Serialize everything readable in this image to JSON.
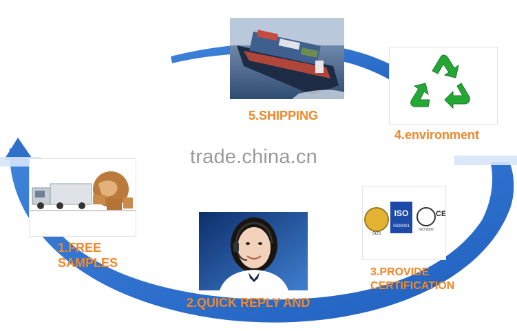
{
  "watermark": "trade.china.cn",
  "colors": {
    "ring": "#2d6fcb",
    "ring_light": "#4c8de0",
    "label": "#f28a2a",
    "recycle": "#25a736"
  },
  "steps": [
    {
      "id": "free-samples",
      "label_line1": "1.FREE",
      "label_line2": "SAMPLES",
      "icon": "truck-globe-icon"
    },
    {
      "id": "quick-reply",
      "label": "2.QUICK REPLY AND",
      "icon": "customer-service-icon"
    },
    {
      "id": "certification",
      "label_line1": "3.PROVIDE",
      "label_line2": "CERTIFICATION",
      "icon": "certification-logos-icon"
    },
    {
      "id": "environment",
      "label": "4.environment",
      "icon": "recycle-icon"
    },
    {
      "id": "shipping",
      "label": "5.SHIPPING",
      "icon": "container-ship-icon"
    }
  ],
  "cert_logos": {
    "iso_text": "ISO",
    "iso_number": "ISO9001",
    "sgs": "SGS",
    "iso_ring": "ISO 9000",
    "ce": "CE"
  }
}
